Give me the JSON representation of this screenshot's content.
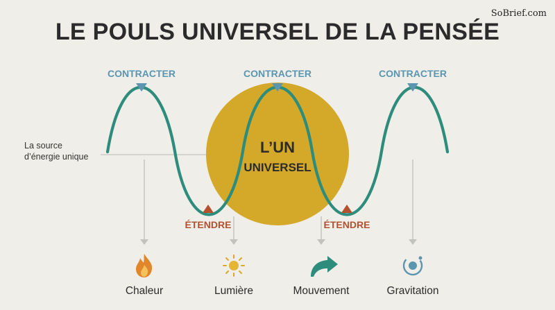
{
  "brand": "SoBrief.com",
  "title": "LE POULS UNIVERSEL DE LA PENSÉE",
  "contract_label": "CONTRACTER",
  "expand_label": "ÉTENDRE",
  "source_label_line1": "La source",
  "source_label_line2": "d’énergie unique",
  "center_line1": "L’UN",
  "center_line2": "UNIVERSEL",
  "forces": [
    {
      "label": "Chaleur",
      "icon": "flame-icon"
    },
    {
      "label": "Lumière",
      "icon": "sun-icon"
    },
    {
      "label": "Mouvement",
      "icon": "curved-arrow-icon"
    },
    {
      "label": "Gravitation",
      "icon": "orbit-icon"
    }
  ],
  "colors": {
    "wave": "#2e8c7c",
    "sphere": "#d4a92a",
    "contract": "#5b95b0",
    "expand": "#b5502e",
    "connector": "#c3c3bd"
  }
}
